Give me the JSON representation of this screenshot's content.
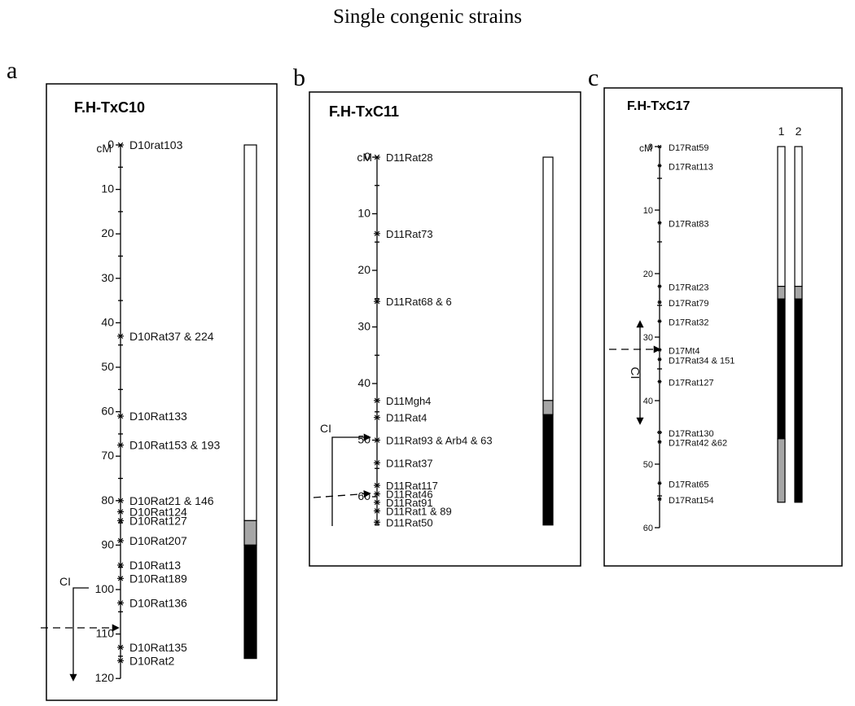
{
  "title": "Single congenic strains",
  "panels": [
    {
      "letter": "a",
      "name": "F.H-TxC10",
      "axis_unit": "cM",
      "max_cm": 120,
      "major_ticks": [
        0,
        10,
        20,
        30,
        40,
        50,
        60,
        70,
        80,
        90,
        100,
        110,
        120
      ],
      "markers": [
        {
          "label": "D10rat103",
          "cm": 0
        },
        {
          "label": "D10Rat37 & 224",
          "cm": 43
        },
        {
          "label": "D10Rat133",
          "cm": 61
        },
        {
          "label": "D10Rat153 & 193",
          "cm": 67.5
        },
        {
          "label": "D10Rat21 & 146",
          "cm": 80
        },
        {
          "label": "D10Rat124",
          "cm": 82.5
        },
        {
          "label": "D10Rat127",
          "cm": 84.5
        },
        {
          "label": "D10Rat207",
          "cm": 89
        },
        {
          "label": "D10Rat13",
          "cm": 94.5
        },
        {
          "label": "D10Rat189",
          "cm": 97.5
        },
        {
          "label": "D10Rat136",
          "cm": 103
        },
        {
          "label": "D10Rat135",
          "cm": 113
        },
        {
          "label": "D10Rat2",
          "cm": 116
        }
      ],
      "ci_label": "CI",
      "bars": [
        {
          "label": "",
          "segments": [
            {
              "from": 0,
              "to": 84.5,
              "color": "#ffffff"
            },
            {
              "from": 84.5,
              "to": 90,
              "color": "#a6a6a6"
            },
            {
              "from": 90,
              "to": 115.5,
              "color": "#000000"
            }
          ]
        }
      ]
    },
    {
      "letter": "b",
      "name": "F.H-TxC11",
      "axis_unit": "cM",
      "max_cm": 65,
      "major_ticks": [
        0,
        10,
        20,
        30,
        40,
        50,
        60
      ],
      "markers": [
        {
          "label": "D11Rat28",
          "cm": 0
        },
        {
          "label": "D11Rat73",
          "cm": 13.5
        },
        {
          "label": "D11Rat68 & 6",
          "cm": 25.5
        },
        {
          "label": "D11Mgh4",
          "cm": 43
        },
        {
          "label": "D11Rat4",
          "cm": 46
        },
        {
          "label": "D11Rat93 & Arb4 & 63",
          "cm": 50
        },
        {
          "label": "D11Rat37",
          "cm": 54
        },
        {
          "label": "D11Rat117",
          "cm": 58
        },
        {
          "label": "D11Rat46",
          "cm": 59.5
        },
        {
          "label": "D11Rat91",
          "cm": 61
        },
        {
          "label": "D11Rat1 & 89",
          "cm": 62.5
        },
        {
          "label": "D11Rat50",
          "cm": 64.5
        }
      ],
      "ci_label": "CI",
      "bars": [
        {
          "label": "",
          "segments": [
            {
              "from": 0,
              "to": 43,
              "color": "#ffffff"
            },
            {
              "from": 43,
              "to": 45.5,
              "color": "#a6a6a6"
            },
            {
              "from": 45.5,
              "to": 65,
              "color": "#000000"
            }
          ]
        }
      ]
    },
    {
      "letter": "c",
      "name": "F.H-TxC17",
      "axis_unit": "cM",
      "max_cm": 60,
      "major_ticks": [
        0,
        10,
        20,
        30,
        40,
        50,
        60
      ],
      "markers": [
        {
          "label": "D17Rat59",
          "cm": 0
        },
        {
          "label": "D17Rat113",
          "cm": 3
        },
        {
          "label": "D17Rat83",
          "cm": 12
        },
        {
          "label": "D17Rat23",
          "cm": 22
        },
        {
          "label": "D17Rat79",
          "cm": 24.5
        },
        {
          "label": "D17Rat32",
          "cm": 27.5
        },
        {
          "label": "D17Mt4",
          "cm": 32
        },
        {
          "label": "D17Rat34 & 151",
          "cm": 33.5
        },
        {
          "label": "D17Rat127",
          "cm": 37
        },
        {
          "label": "D17Rat130",
          "cm": 45
        },
        {
          "label": "D17Rat42 &62",
          "cm": 46.5
        },
        {
          "label": "D17Rat65",
          "cm": 53
        },
        {
          "label": "D17Rat154",
          "cm": 55.5
        }
      ],
      "ci_label": "CI",
      "bars": [
        {
          "label": "1",
          "segments": [
            {
              "from": 0,
              "to": 22,
              "color": "#ffffff"
            },
            {
              "from": 22,
              "to": 24,
              "color": "#a6a6a6"
            },
            {
              "from": 24,
              "to": 46,
              "color": "#000000"
            },
            {
              "from": 46,
              "to": 56,
              "color": "#a6a6a6"
            }
          ]
        },
        {
          "label": "2",
          "segments": [
            {
              "from": 0,
              "to": 22,
              "color": "#ffffff"
            },
            {
              "from": 22,
              "to": 24,
              "color": "#a6a6a6"
            },
            {
              "from": 24,
              "to": 56,
              "color": "#000000"
            }
          ]
        }
      ]
    }
  ]
}
